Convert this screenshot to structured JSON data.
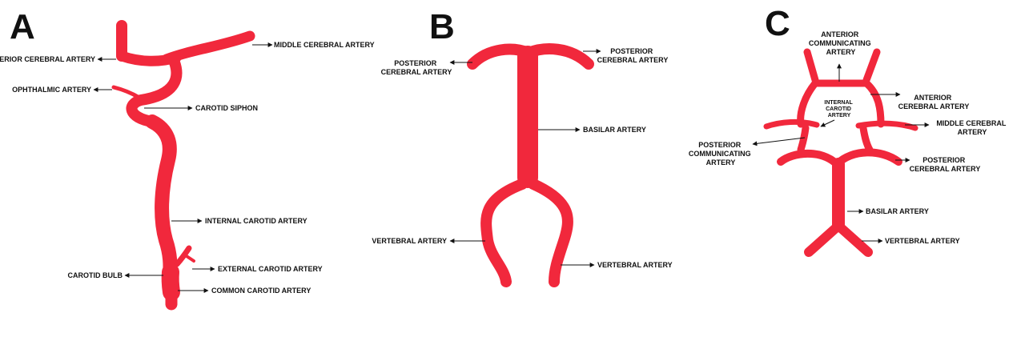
{
  "colors": {
    "artery": "#f1283c",
    "text": "#111111",
    "background": "#ffffff"
  },
  "panels": {
    "a": {
      "letter": "A",
      "labels": {
        "middle_cerebral": "MIDDLE CEREBRAL ARTERY",
        "anterior_cerebral": "ANTERIOR CEREBRAL ARTERY",
        "ophthalmic": "OPHTHALMIC ARTERY",
        "carotid_siphon": "CAROTID SIPHON",
        "internal_carotid": "INTERNAL CAROTID ARTERY",
        "external_carotid": "EXTERNAL CAROTID ARTERY",
        "carotid_bulb": "CAROTID BULB",
        "common_carotid": "COMMON CAROTID ARTERY"
      }
    },
    "b": {
      "letter": "B",
      "labels": {
        "posterior_cerebral_left": [
          "POSTERIOR",
          "CEREBRAL ARTERY"
        ],
        "posterior_cerebral_right": [
          "POSTERIOR",
          "CEREBRAL ARTERY"
        ],
        "basilar": "BASILAR ARTERY",
        "vertebral_left": "VERTEBRAL ARTERY",
        "vertebral_right": "VERTEBRAL ARTERY"
      }
    },
    "c": {
      "letter": "C",
      "labels": {
        "anterior_communicating": [
          "ANTERIOR",
          "COMMUNICATING",
          "ARTERY"
        ],
        "anterior_cerebral": [
          "ANTERIOR",
          "CEREBRAL ARTERY"
        ],
        "internal_carotid": [
          "INTERNAL",
          "CAROTID",
          "ARTERY"
        ],
        "middle_cerebral": [
          "MIDDLE CEREBRAL",
          "ARTERY"
        ],
        "posterior_communicating": [
          "POSTERIOR",
          "COMMUNICATING",
          "ARTERY"
        ],
        "posterior_cerebral": [
          "POSTERIOR",
          "CEREBRAL ARTERY"
        ],
        "basilar": "BASILAR ARTERY",
        "vertebral": "VERTEBRAL ARTERY"
      }
    }
  }
}
